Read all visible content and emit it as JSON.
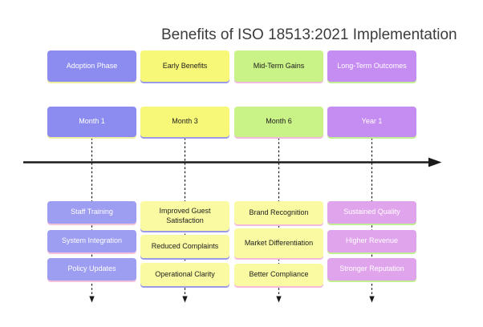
{
  "title": "Benefits of ISO 18513:2021 Implementation",
  "axis": {
    "direction": "right",
    "color": "#1a1a1a",
    "connector_style": "dashed"
  },
  "palette": {
    "adoption_blue": "#8c8cf0",
    "adoption_blue_light": "#9d9df2",
    "benefits_yellow": "#f8f878",
    "benefits_yellow_light": "#fafaa2",
    "gains_green": "#c9f287",
    "outcomes_purple": "#c58cf2",
    "outcomes_plum_light": "#e0a4ec",
    "axis_black": "#1a1a1a",
    "title_gray": "#3c3c3c"
  },
  "columns": [
    {
      "phase": "Adoption Phase",
      "time": "Month 1",
      "benefits": [
        "Staff Training",
        "System Integration",
        "Policy Updates"
      ],
      "header_color": "#8c8cf0",
      "benefit_color": "#9d9df2",
      "text_color": "#ffffff"
    },
    {
      "phase": "Early Benefits",
      "time": "Month 3",
      "benefits": [
        "Improved Guest Satisfaction",
        "Reduced Complaints",
        "Operational Clarity"
      ],
      "header_color": "#f8f878",
      "benefit_color": "#fafaa2",
      "text_color": "#1d1d1d"
    },
    {
      "phase": "Mid-Term Gains",
      "time": "Month 6",
      "benefits": [
        "Brand Recognition",
        "Market Differentiation",
        "Better Compliance"
      ],
      "header_color": "#c9f287",
      "benefit_color": "#fafaa2",
      "text_color": "#1d1d1d"
    },
    {
      "phase": "Long-Term Outcomes",
      "time": "Year 1",
      "benefits": [
        "Sustained Quality",
        "Higher Revenue",
        "Stronger Reputation"
      ],
      "header_color": "#c58cf2",
      "benefit_color": "#e0a4ec",
      "text_color": "#ffffff"
    }
  ]
}
